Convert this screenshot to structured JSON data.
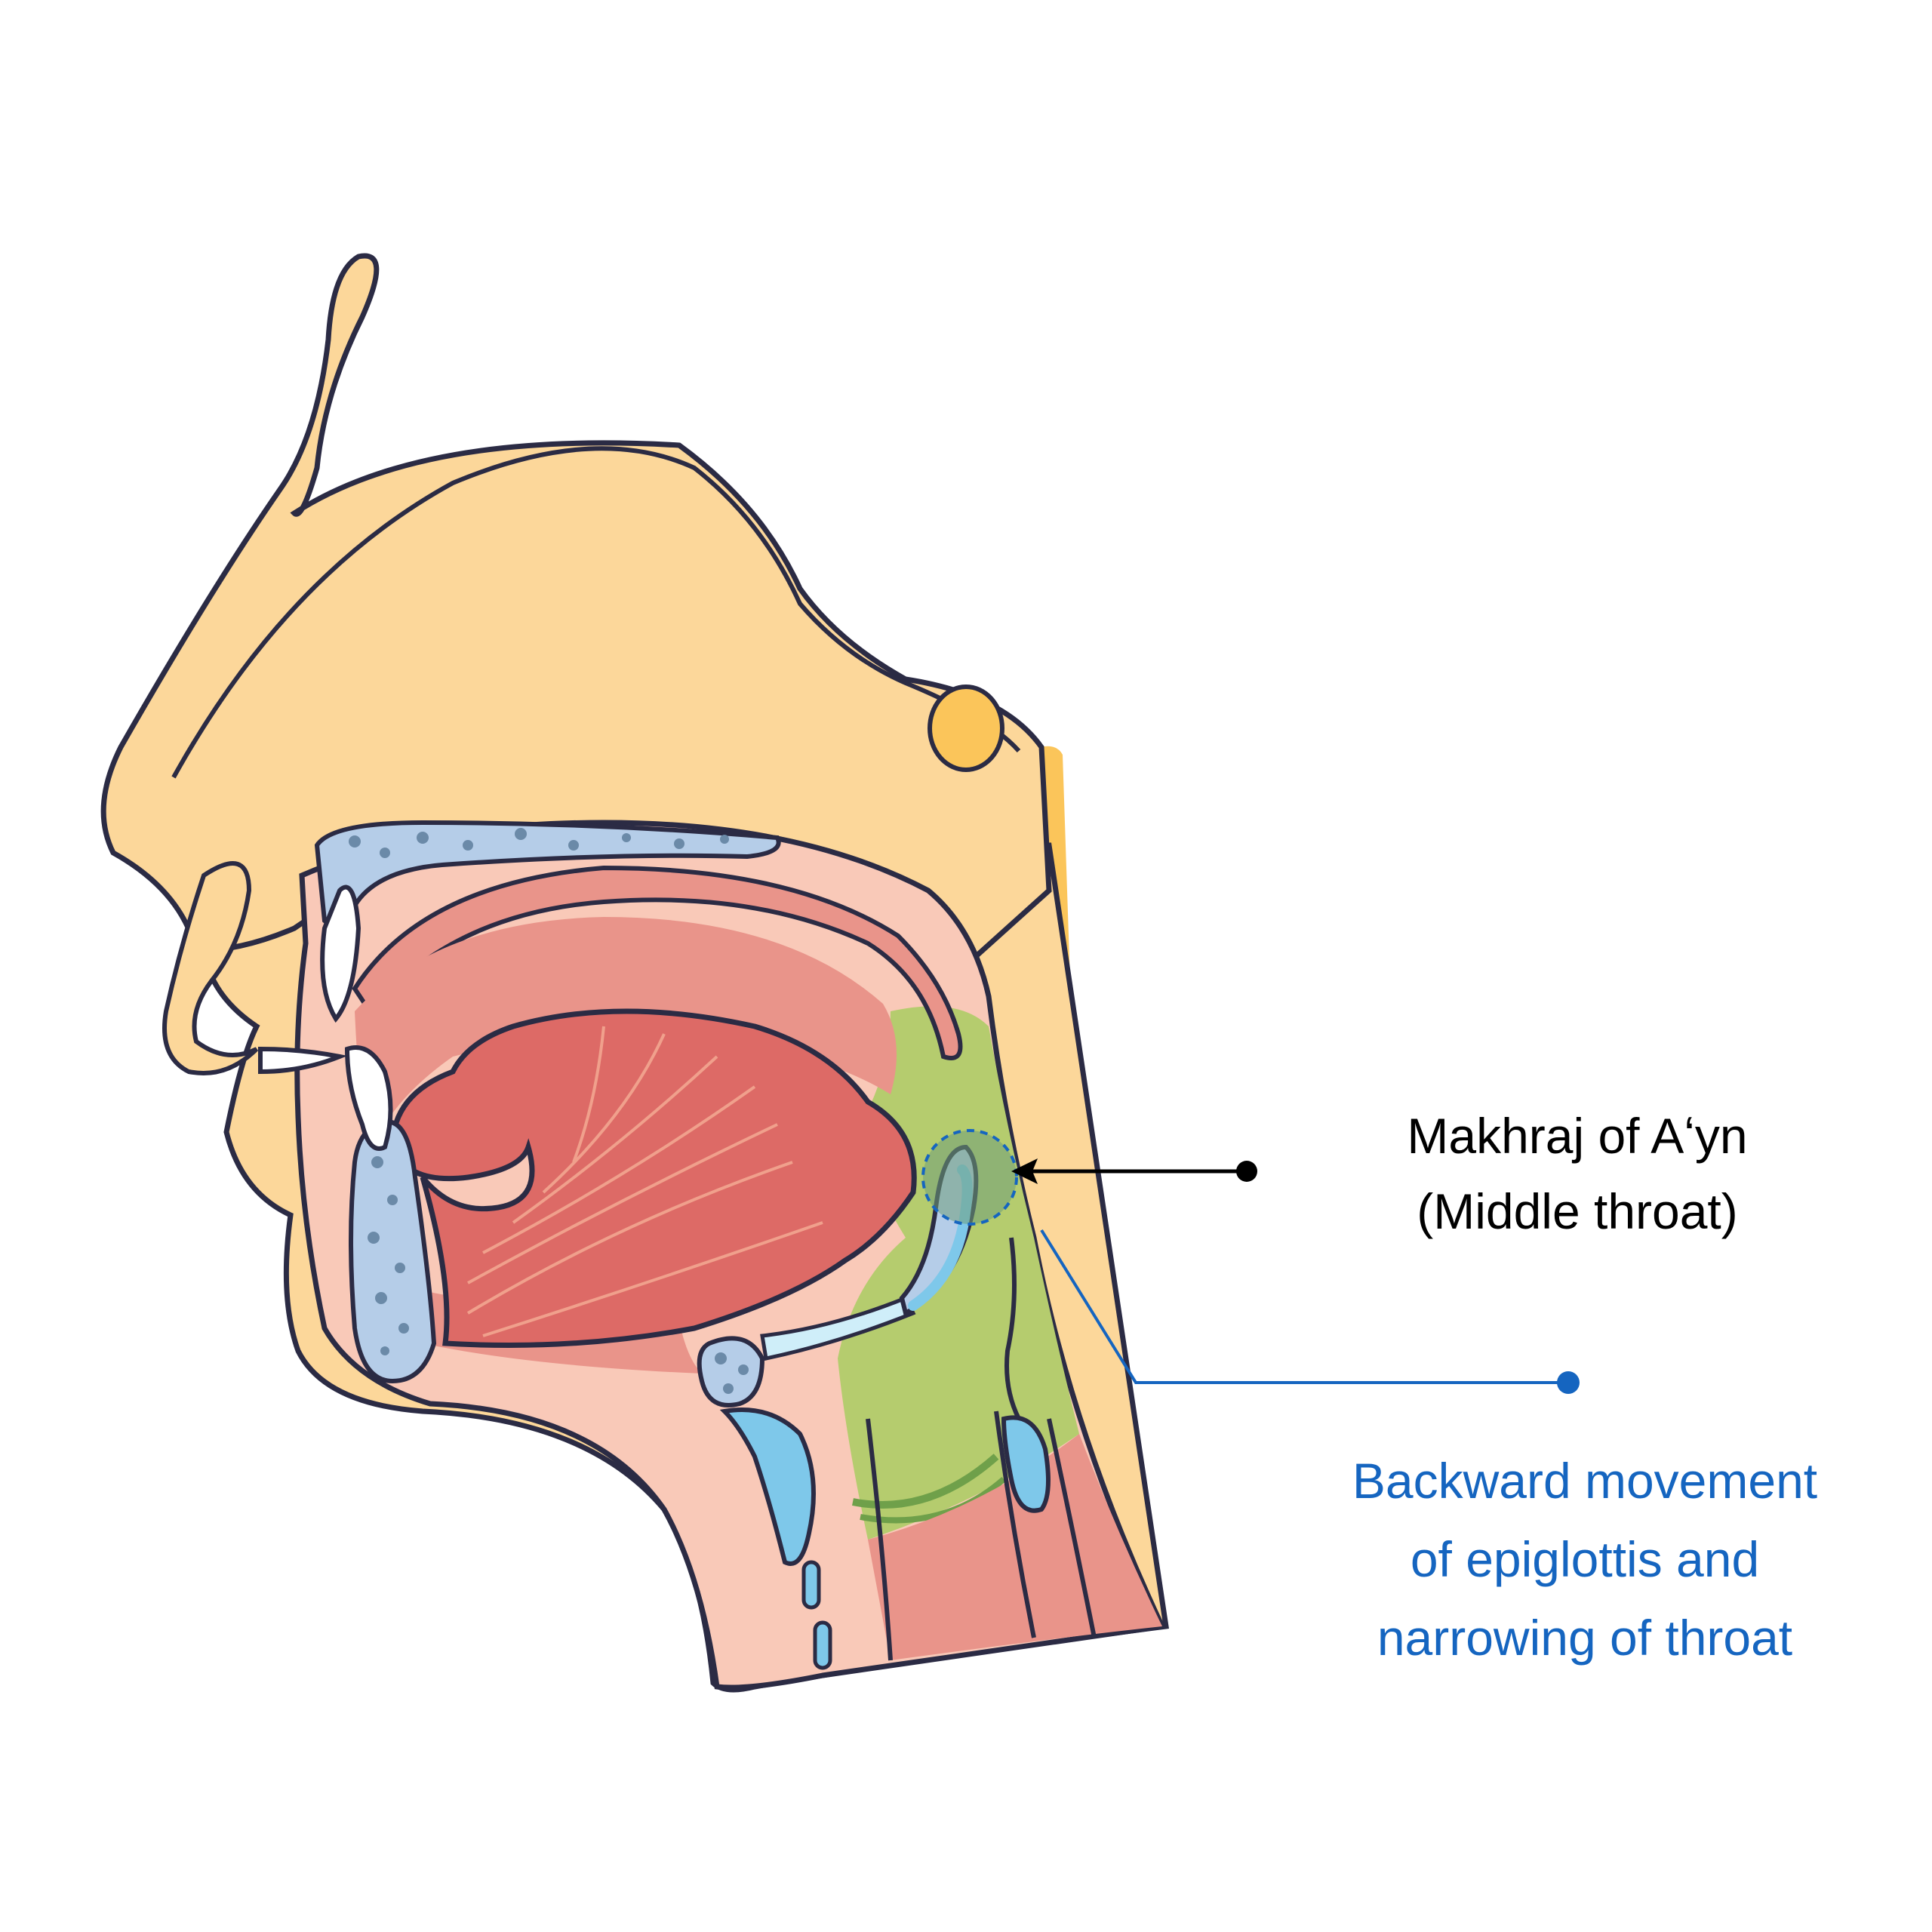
{
  "labels": {
    "makhraj": {
      "line1": "Makhraj of Aʻyn",
      "line2": "(Middle throat)",
      "color": "#000000"
    },
    "movement": {
      "line1": "Backward movement",
      "line2": "of epiglottis and",
      "line3": "narrowing of throat",
      "color": "#1565c0"
    }
  },
  "colors": {
    "skin": "#fcd79a",
    "outline": "#2b2b44",
    "mucosa": "#f9c9b8",
    "tongue": "#dd6a66",
    "cavity": "#e9948a",
    "bone": "#b5cde8",
    "bone_dots": "#6b8aa8",
    "cartilage": "#7ec8ea",
    "throat_highlight": "#b5cc6e",
    "spine_strip": "#fbc55a"
  }
}
